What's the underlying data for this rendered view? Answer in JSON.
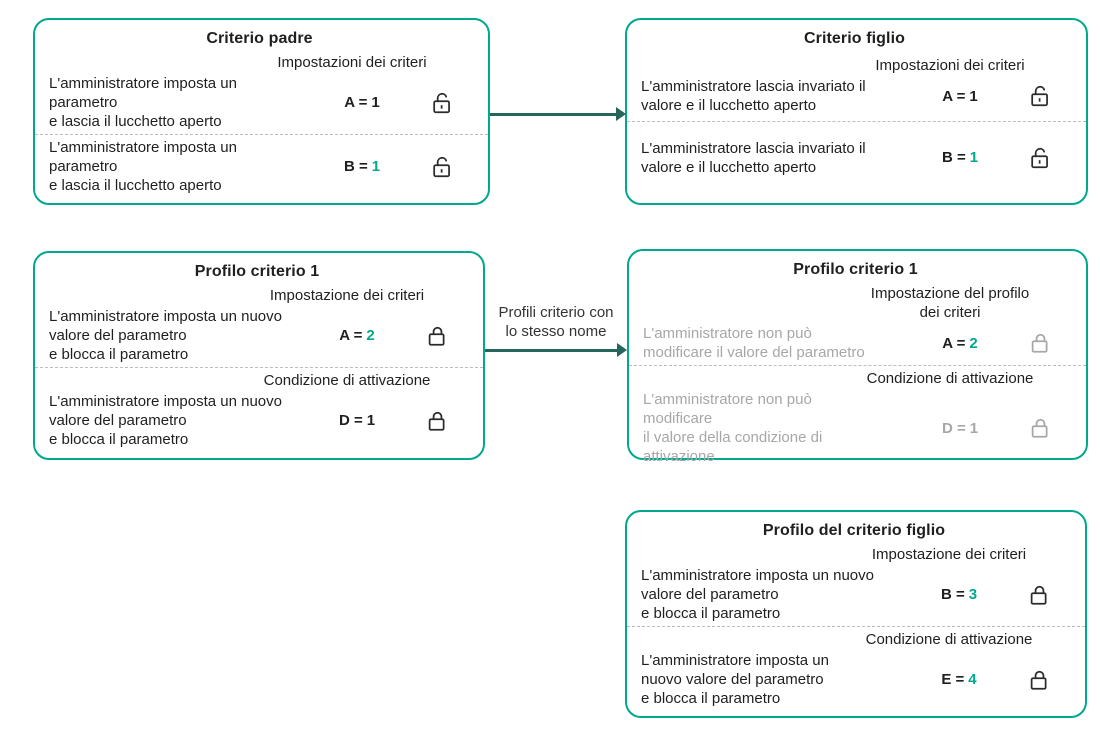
{
  "colors": {
    "accent_teal": "#00a88e",
    "arrow": "#26655a",
    "muted_gray": "#a7a7a7",
    "text": "#1f1f1f",
    "separator": "#bdbdbd"
  },
  "arrows": {
    "inheritance": {
      "label": ""
    },
    "profile_merge": {
      "label": "Profili criterio con\nlo stesso nome"
    }
  },
  "boxes": [
    {
      "title": "Criterio padre",
      "rows": [
        {
          "header": "Impostazioni dei criteri",
          "text": "L'amministratore imposta un\nparametro\n e lascia il lucchetto aperto",
          "value_label": "A =",
          "value_number": "1",
          "lock": "open"
        },
        {
          "header": "",
          "text": "L'amministratore imposta un\nparametro\n e lascia il lucchetto aperto",
          "value_label": "B =",
          "value_number": "1",
          "lock": "open"
        }
      ]
    },
    {
      "title": "Criterio figlio",
      "rows": [
        {
          "header": "Impostazioni dei criteri",
          "text": "L'amministratore lascia invariato il\nvalore e il lucchetto aperto",
          "value_label": "A =",
          "value_number": "1",
          "lock": "open"
        },
        {
          "header": "",
          "text": "L'amministratore lascia invariato il\nvalore e il lucchetto aperto",
          "value_label": "B =",
          "value_number": "1",
          "lock": "open"
        }
      ]
    },
    {
      "title": "Profilo criterio 1",
      "rows": [
        {
          "header": "Impostazione dei criteri",
          "text": "L'amministratore imposta un nuovo\nvalore del parametro\n e blocca il parametro",
          "value_label": "A =",
          "value_number": "2",
          "lock": "closed"
        },
        {
          "header": "Condizione di attivazione",
          "text": "L'amministratore imposta un nuovo\nvalore del parametro\n e blocca il parametro",
          "value_label": "D =",
          "value_number": "1",
          "lock": "closed"
        }
      ]
    },
    {
      "title": "Profilo criterio 1",
      "rows": [
        {
          "header": "Impostazione del profilo\ndei criteri",
          "text": "L'amministratore non può\nmodificare il valore del parametro",
          "value_label": "A =",
          "value_number": "2",
          "lock": "closed"
        },
        {
          "header": "Condizione di attivazione",
          "text": "L'amministratore non può\nmodificare\n il valore della condizione di\nattivazione",
          "value_label": "D =",
          "value_number": "1",
          "lock": "closed"
        }
      ]
    },
    {
      "title": "Profilo del criterio figlio",
      "rows": [
        {
          "header": "Impostazione dei criteri",
          "text": "L'amministratore imposta un nuovo\nvalore del parametro\n e blocca il parametro",
          "value_label": "B =",
          "value_number": "3",
          "lock": "closed"
        },
        {
          "header": "Condizione di attivazione",
          "text": "L'amministratore imposta un\nnuovo valore del parametro\n e blocca il parametro",
          "value_label": "E =",
          "value_number": "4",
          "lock": "closed"
        }
      ]
    }
  ]
}
